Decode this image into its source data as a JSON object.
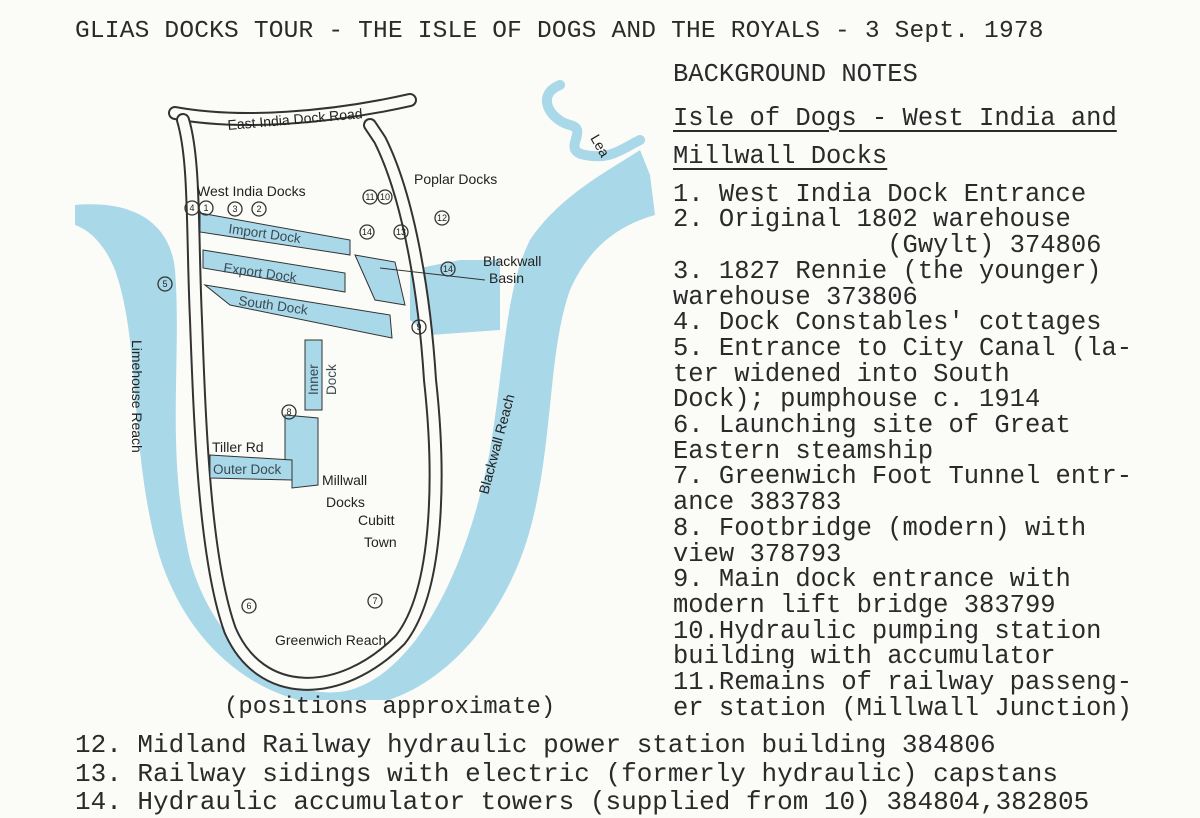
{
  "title": "GLIAS DOCKS TOUR - THE ISLE OF DOGS AND THE ROYALS - 3 Sept. 1978",
  "colors": {
    "water": "#a9d8e9",
    "ink": "#2a2a2a",
    "paper": "#fbfbf8"
  },
  "map": {
    "labels": {
      "road": "East India Dock Road",
      "west_india": "West India Docks",
      "poplar": "Poplar Docks",
      "import": "Import Dock",
      "export": "Export Dock",
      "south": "South Dock",
      "blackwall_basin_1": "Blackwall",
      "blackwall_basin_2": "Basin",
      "limehouse": "Limehouse Reach",
      "inner_1": "Inner",
      "inner_2": "Dock",
      "tiller": "Tiller Rd",
      "outer": "Outer Dock",
      "millwall_1": "Millwall",
      "millwall_2": "Docks",
      "cubitt_1": "Cubitt",
      "cubitt_2": "Town",
      "blackwall_reach": "Blackwall Reach",
      "greenwich": "Greenwich Reach",
      "lea": "Lea"
    },
    "markers": [
      "4",
      "1",
      "3",
      "2",
      "11",
      "10",
      "14",
      "13",
      "12",
      "14",
      "5",
      "9",
      "8",
      "6",
      "7"
    ],
    "note": "(positions approximate)"
  },
  "notes": {
    "heading": "BACKGROUND NOTES",
    "subheading_1": "Isle of Dogs - West India and",
    "subheading_2": "Millwall Docks",
    "lines": [
      "1. West India Dock Entrance",
      "2. Original 1802 warehouse",
      "              (Gwylt) 374806",
      "3. 1827 Rennie (the younger)",
      "warehouse 373806",
      "4. Dock Constables' cottages",
      "5. Entrance to City Canal (la-",
      "ter widened into South",
      "Dock); pumphouse c. 1914",
      "6. Launching site of Great",
      "Eastern steamship",
      "7. Greenwich Foot Tunnel entr-",
      "ance 383783",
      "8. Footbridge (modern) with",
      "view 378793",
      "9. Main dock entrance with",
      "modern lift bridge 383799",
      "10.Hydraulic pumping station",
      "building with accumulator",
      "11.Remains of railway passeng-",
      "er station (Millwall Junction)"
    ]
  },
  "bottom": [
    "12. Midland Railway hydraulic power station building 384806",
    "13. Railway sidings with electric (formerly hydraulic) capstans",
    "14. Hydraulic accumulator towers (supplied from 10) 384804,382805"
  ]
}
